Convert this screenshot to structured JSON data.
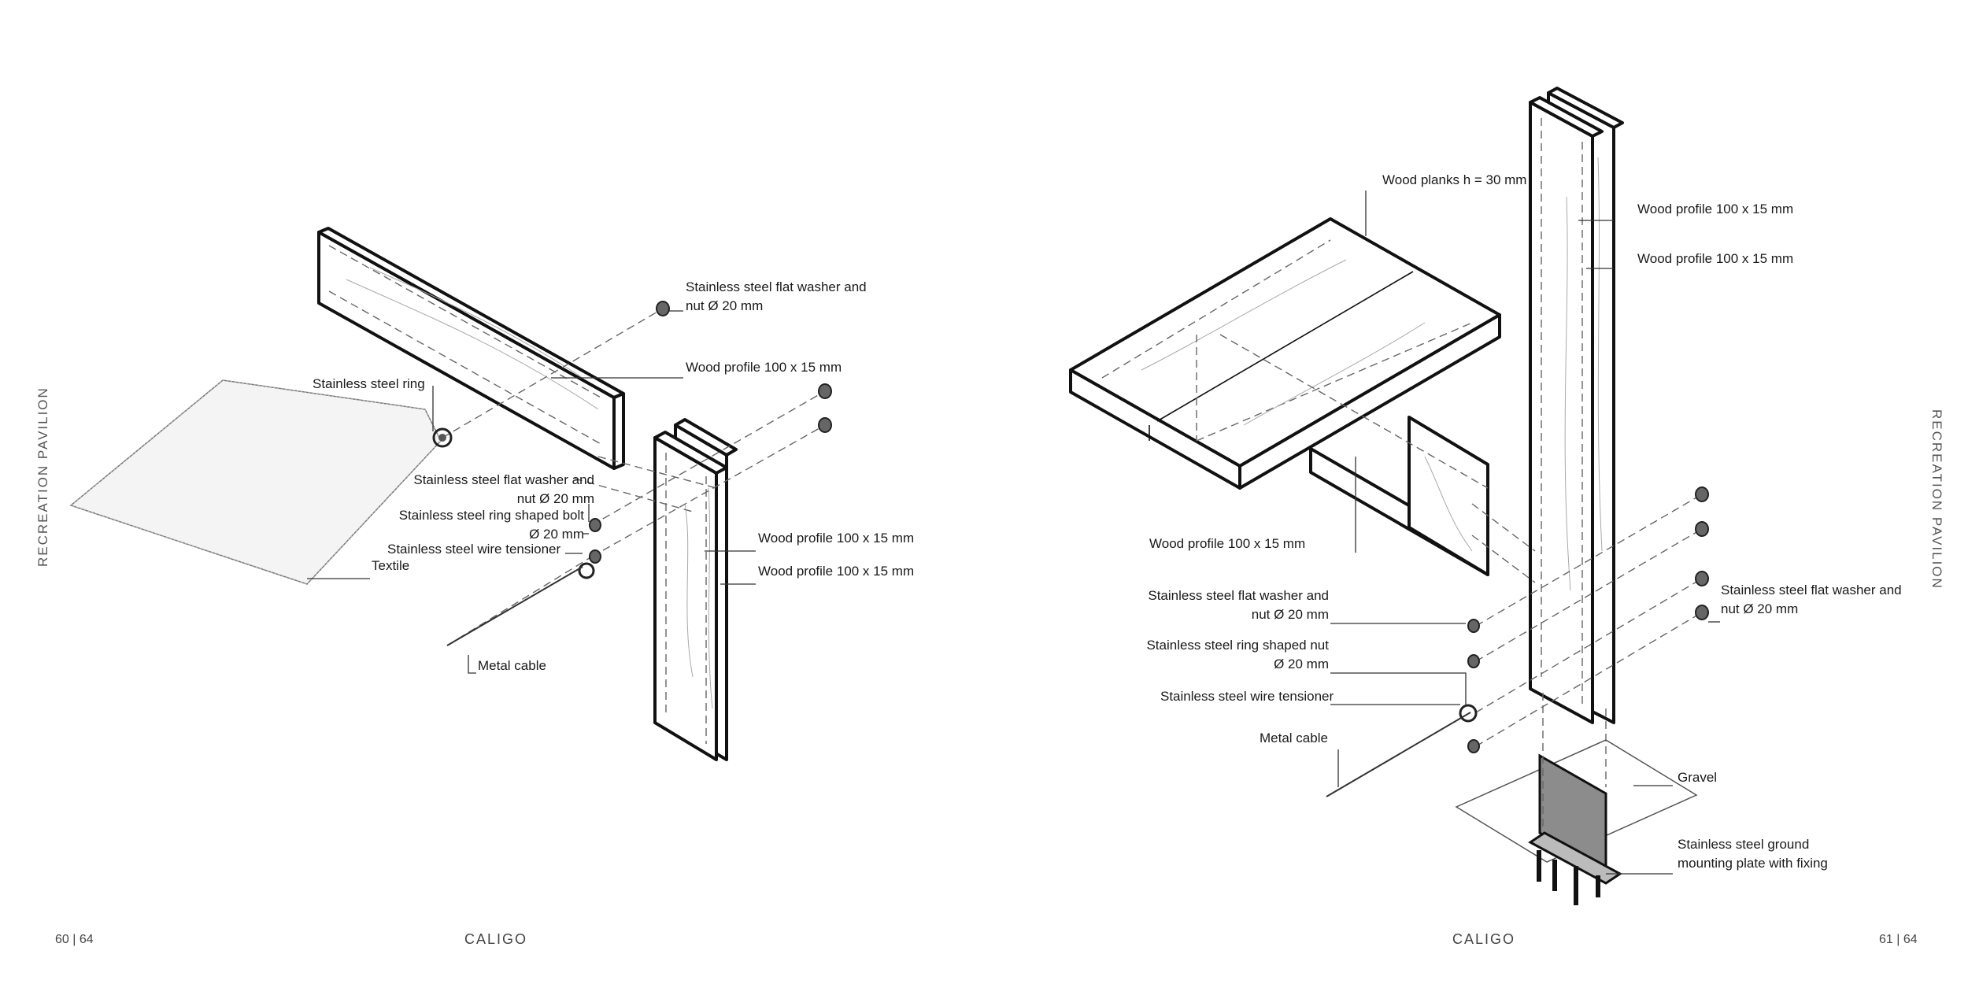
{
  "document": {
    "title": "CALIGO"
  },
  "left_page": {
    "side_title": "RECREATION PAVILION",
    "page_number": "60 | 64",
    "footer_title": "CALIGO",
    "labels": {
      "washer_top": [
        "Stainless steel flat washer and",
        "nut Ø 20 mm"
      ],
      "wood_profile_beam": "Wood profile 100 x 15 mm",
      "steel_ring": "Stainless steel ring",
      "washer_mid": [
        "Stainless steel flat washer and",
        "nut Ø 20 mm"
      ],
      "ring_bolt": [
        "Stainless steel ring shaped bolt",
        "Ø 20 mm"
      ],
      "wire_tensioner": "Stainless steel wire tensioner",
      "textile": "Textile",
      "wood_profile_post_1": "Wood profile 100 x 15 mm",
      "wood_profile_post_2": "Wood profile 100 x 15 mm",
      "metal_cable": "Metal cable"
    }
  },
  "right_page": {
    "side_title": "RECREATION PAVILION",
    "page_number": "61 | 64",
    "footer_title": "CALIGO",
    "labels": {
      "wood_planks": "Wood planks h = 30 mm",
      "wood_profile_post_1": "Wood profile 100 x 15 mm",
      "wood_profile_post_2": "Wood profile 100 x 15 mm",
      "wood_profile_beam": "Wood profile 100 x 15 mm",
      "washer_left": [
        "Stainless steel flat washer and",
        "nut Ø 20 mm"
      ],
      "ring_nut": [
        "Stainless steel ring shaped nut",
        "Ø 20 mm"
      ],
      "wire_tensioner": "Stainless steel wire tensioner",
      "metal_cable": "Metal cable",
      "washer_right": [
        "Stainless steel flat washer and",
        "nut Ø 20 mm"
      ],
      "gravel": "Gravel",
      "ground_plate": [
        "Stainless steel ground",
        "mounting plate with fixing"
      ]
    }
  }
}
